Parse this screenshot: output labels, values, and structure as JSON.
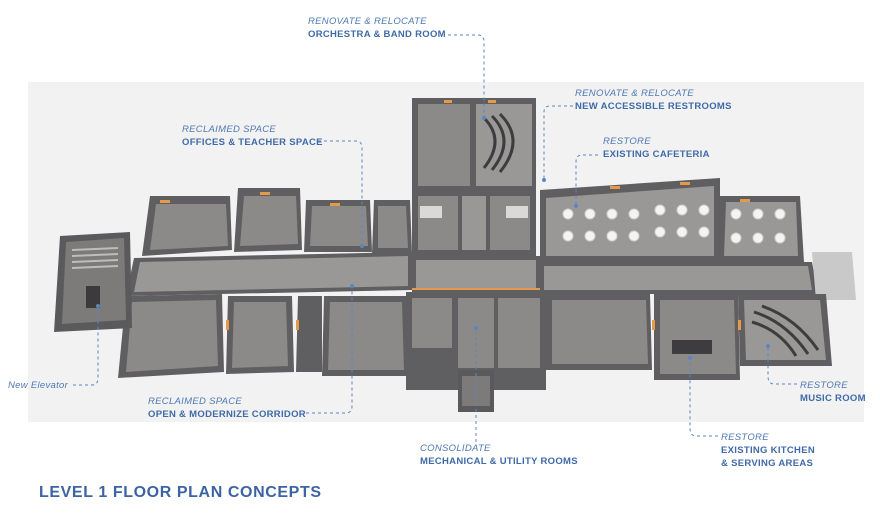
{
  "page": {
    "title": "LEVEL 1 FLOOR PLAN CONCEPTS"
  },
  "callouts": [
    {
      "id": "orchestra",
      "kicker": "RENOVATE & RELOCATE",
      "lines": [
        "ORCHESTRA & BAND ROOM"
      ]
    },
    {
      "id": "restrooms",
      "kicker": "RENOVATE & RELOCATE",
      "lines": [
        "NEW ACCESSIBLE RESTROOMS"
      ]
    },
    {
      "id": "offices",
      "kicker": "RECLAIMED SPACE",
      "lines": [
        "OFFICES & TEACHER SPACE"
      ]
    },
    {
      "id": "cafeteria",
      "kicker": "RESTORE",
      "lines": [
        "EXISTING CAFETERIA"
      ]
    },
    {
      "id": "elevator",
      "kicker": "New Elevator",
      "lines": []
    },
    {
      "id": "corridor",
      "kicker": "RECLAIMED SPACE",
      "lines": [
        "OPEN & MODERNIZE CORRIDOR"
      ]
    },
    {
      "id": "mechanical",
      "kicker": "CONSOLIDATE",
      "lines": [
        "MECHANICAL & UTILITY ROOMS"
      ]
    },
    {
      "id": "music",
      "kicker": "RESTORE",
      "lines": [
        "MUSIC ROOM"
      ]
    },
    {
      "id": "kitchen",
      "kicker": "RESTORE",
      "lines": [
        "EXISTING KITCHEN",
        "& SERVING AREAS"
      ]
    }
  ],
  "colors": {
    "accent_text": "#3f6aa8",
    "leader_line": "#5b85c0",
    "wall": "#5f5f61",
    "floor": "#8c8a88",
    "corridor_floor": "#9a9896",
    "door_highlight": "#e49a4a",
    "background_panel": "#f2f2f2"
  }
}
